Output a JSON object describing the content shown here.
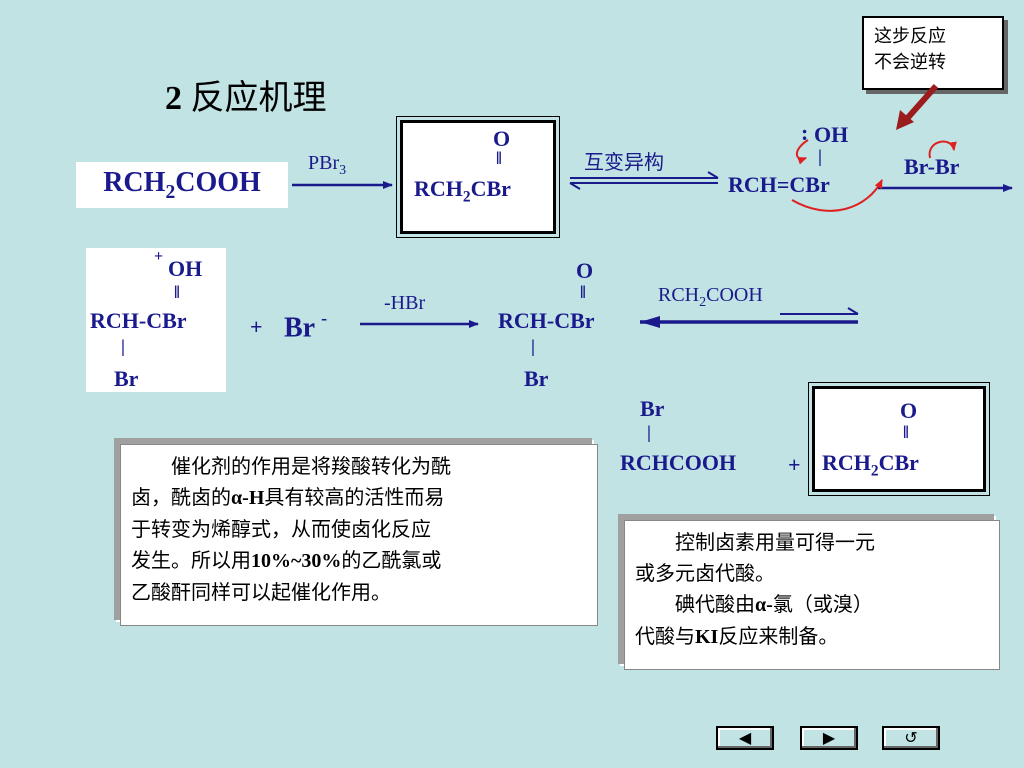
{
  "slide": {
    "title_num": "2",
    "title_text": " 反应机理"
  },
  "note": {
    "line1": "这步反应",
    "line2": "不会逆转"
  },
  "row1": {
    "reactant": "RCH",
    "reactant_sub": "2",
    "reactant_tail": "COOH",
    "reagent": "PBr",
    "reagent_sub": "3",
    "acyl_o": "O",
    "acyl_main": "RCH",
    "acyl_sub": "2",
    "acyl_tail": "CBr",
    "tautomer_label": "互变异构",
    "enol_oh": "OH",
    "enol_colon": "",
    "enol_main": "RCH=CBr",
    "br2": "Br-Br"
  },
  "row2": {
    "cation_plus": "+",
    "cation_oh": "OH",
    "cation_main": "RCH-CBr",
    "cation_br": "Br",
    "plus_sign": "+",
    "bromide": "Br",
    "bromide_charge": "-",
    "hbr_label": "-HBr",
    "product_o": "O",
    "product_main": "RCH-CBr",
    "product_br": "Br",
    "acid_label_a": "RCH",
    "acid_label_sub": "2",
    "acid_label_b": "COOH"
  },
  "row3": {
    "br_top": "Br",
    "acid_main": "RCHCOOH",
    "plus_sign": "+",
    "acyl_o": "O",
    "acyl_main": "RCH",
    "acyl_sub": "2",
    "acyl_tail": "CBr"
  },
  "panel_left": {
    "line1": "催化剂的作用是将羧酸转化为酰",
    "line2a": "卤，酰卤的",
    "line2b": "α-H",
    "line2c": "具有较高的活性而易",
    "line3": "于转变为烯醇式，从而使卤化反应",
    "line4a": "发生。所以用",
    "line4b": "10%~30%",
    "line4c": "的乙酰氯或",
    "line5": "乙酸酐同样可以起催化作用。"
  },
  "panel_right": {
    "line1": "控制卤素用量可得一元",
    "line2": "或多元卤代酸。",
    "line3a": "碘代酸由",
    "line3b": "α-",
    "line3c": "氯（或溴）",
    "line4a": "代酸与",
    "line4b": "KI",
    "line4c": "反应来制备。"
  },
  "nav": {
    "prev_icon": "◀",
    "next_icon": "▶",
    "return_icon": "↺"
  },
  "colors": {
    "background": "#c1e3e3",
    "chem_text": "#1a1a8c",
    "curved_arrow": "#e02020",
    "note_arrow": "#9b1c1c"
  }
}
